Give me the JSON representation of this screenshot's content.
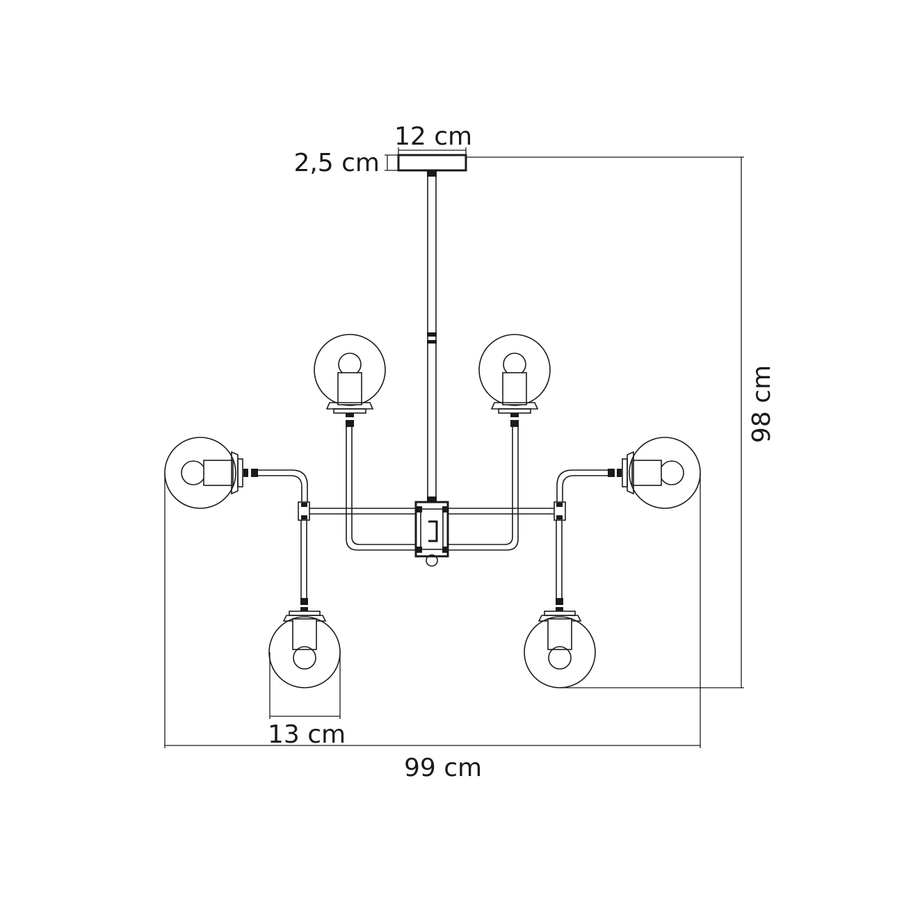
{
  "dimensions": {
    "canopy_width": "12 cm",
    "canopy_height": "2,5 cm",
    "total_height": "98 cm",
    "globe_diameter": "13 cm",
    "total_width": "99 cm"
  }
}
